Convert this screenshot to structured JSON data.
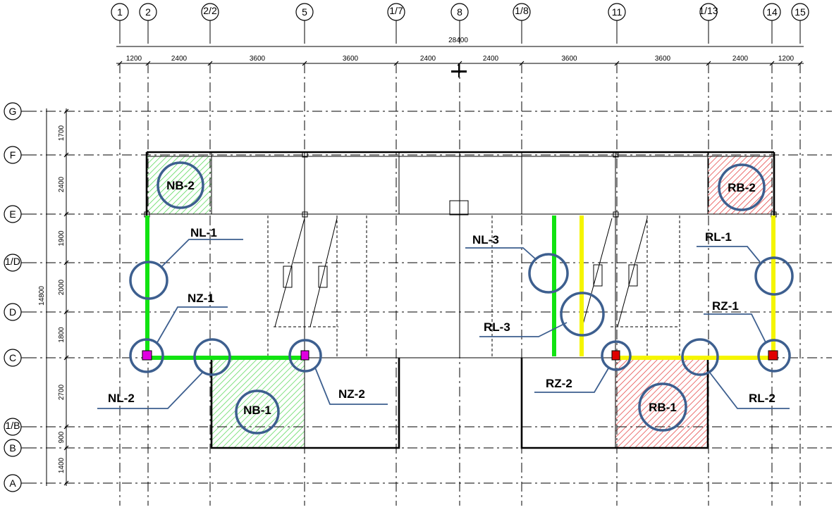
{
  "colors": {
    "callout": "#3d5f8f",
    "green_member": "#11e311",
    "yellow_member": "#f5f500",
    "green_hatch": "#4ad44a",
    "red_hatch": "#e23030",
    "magenta_column": "#e000e0",
    "red_column": "#e00000"
  },
  "top_axes": [
    {
      "id": "1",
      "label": "1"
    },
    {
      "id": "2",
      "label": "2"
    },
    {
      "id": "2-2",
      "label": "2/2"
    },
    {
      "id": "5",
      "label": "5"
    },
    {
      "id": "1-7",
      "label": "1/7"
    },
    {
      "id": "8",
      "label": "8"
    },
    {
      "id": "1-8",
      "label": "1/8"
    },
    {
      "id": "11",
      "label": "11"
    },
    {
      "id": "1-13",
      "label": "1/13"
    },
    {
      "id": "14",
      "label": "14"
    },
    {
      "id": "15",
      "label": "15"
    }
  ],
  "left_axes": [
    {
      "id": "G",
      "label": "G"
    },
    {
      "id": "F",
      "label": "F"
    },
    {
      "id": "E",
      "label": "E"
    },
    {
      "id": "1-D",
      "label": "1/D"
    },
    {
      "id": "D",
      "label": "D"
    },
    {
      "id": "C",
      "label": "C"
    },
    {
      "id": "1-B",
      "label": "1/B"
    },
    {
      "id": "B",
      "label": "B"
    },
    {
      "id": "A",
      "label": "A"
    }
  ],
  "overall_dimension": "28400",
  "top_dimensions": [
    "1200",
    "2400",
    "3600",
    "3600",
    "2400",
    "2400",
    "3600",
    "3600",
    "2400",
    "1200"
  ],
  "left_dimensions": [
    "1700",
    "2400",
    "1900",
    "2000",
    "1800",
    "2700",
    "900",
    "1400"
  ],
  "left_overall_dimension": "14800",
  "callouts": [
    {
      "id": "nb-2",
      "label": "NB-2"
    },
    {
      "id": "rb-2",
      "label": "RB-2"
    },
    {
      "id": "nl-1",
      "label": "NL-1"
    },
    {
      "id": "nz-1",
      "label": "NZ-1"
    },
    {
      "id": "nl-2",
      "label": "NL-2"
    },
    {
      "id": "nb-1",
      "label": "NB-1"
    },
    {
      "id": "nz-2",
      "label": "NZ-2"
    },
    {
      "id": "nl-3",
      "label": "NL-3"
    },
    {
      "id": "rl-3",
      "label": "RL-3"
    },
    {
      "id": "rz-2",
      "label": "RZ-2"
    },
    {
      "id": "rb-1",
      "label": "RB-1"
    },
    {
      "id": "rl-1",
      "label": "RL-1"
    },
    {
      "id": "rz-1",
      "label": "RZ-1"
    },
    {
      "id": "rl-2",
      "label": "RL-2"
    }
  ]
}
